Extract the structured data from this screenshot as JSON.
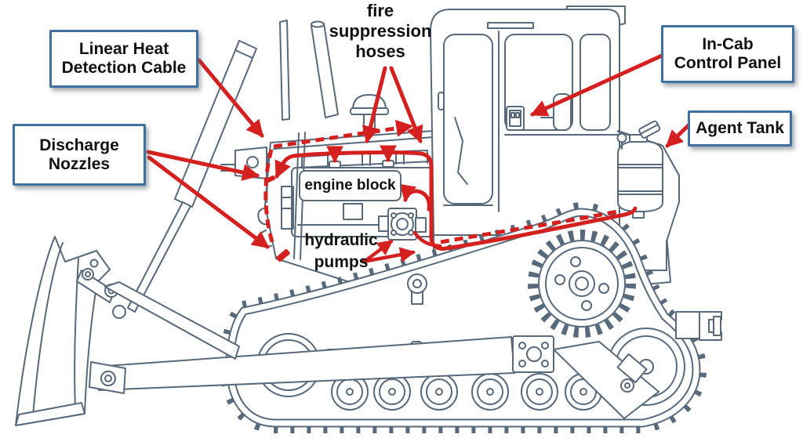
{
  "labels": {
    "linear_heat": {
      "line1": "Linear Heat",
      "line2": "Detection Cable"
    },
    "discharge": {
      "line1": "Discharge",
      "line2": "Nozzles"
    },
    "fire_hoses": {
      "line1": "fire",
      "line2": "suppression",
      "line3": "hoses"
    },
    "incab": {
      "line1": "In-Cab",
      "line2": "Control Panel"
    },
    "agent_tank": {
      "text": "Agent Tank"
    },
    "engine_block": {
      "text": "engine block"
    },
    "hydraulic_pumps": {
      "line1": "hydraulic",
      "line2": "pumps"
    }
  },
  "colors": {
    "line": "#57697a",
    "red": "#d42120",
    "border": "#40709f",
    "bg": "#ffffff",
    "text": "#121212"
  }
}
